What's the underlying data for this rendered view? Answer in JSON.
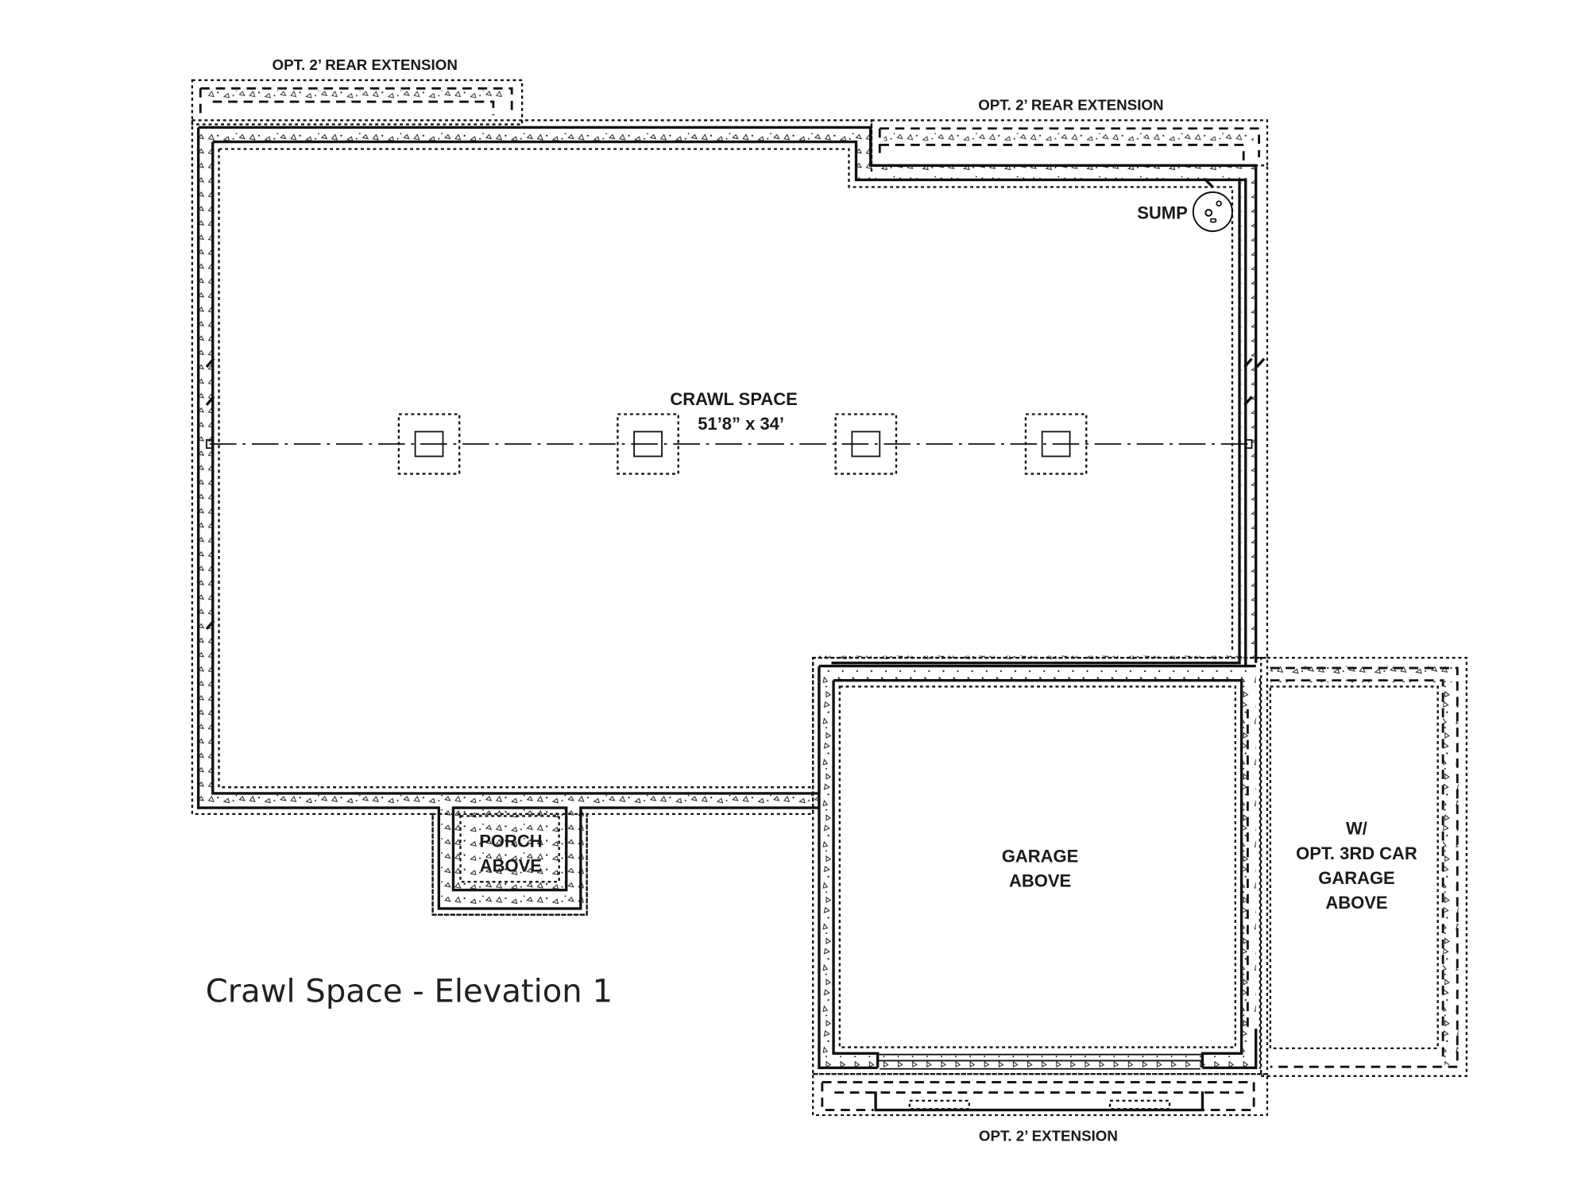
{
  "drawing": {
    "title": "Crawl Space - Elevation 1",
    "labels": {
      "rear_extension_left": "OPT. 2’ REAR EXTENSION",
      "rear_extension_right": "OPT. 2’ REAR EXTENSION",
      "front_extension": "OPT. 2’ EXTENSION",
      "sump": "SUMP",
      "crawl_space_name": "CRAWL SPACE",
      "crawl_space_size": "51’8” x 34’",
      "porch_line1": "PORCH",
      "porch_line2": "ABOVE",
      "garage_line1": "GARAGE",
      "garage_line2": "ABOVE",
      "third_car_line1": "W/",
      "third_car_line2": "OPT. 3RD CAR",
      "third_car_line3": "GARAGE",
      "third_car_line4": "ABOVE"
    },
    "piers": [
      {
        "name": "pier-1"
      },
      {
        "name": "pier-2"
      },
      {
        "name": "pier-3"
      },
      {
        "name": "pier-4"
      }
    ],
    "colors": {
      "ink": "#111111",
      "background": "#ffffff"
    }
  }
}
